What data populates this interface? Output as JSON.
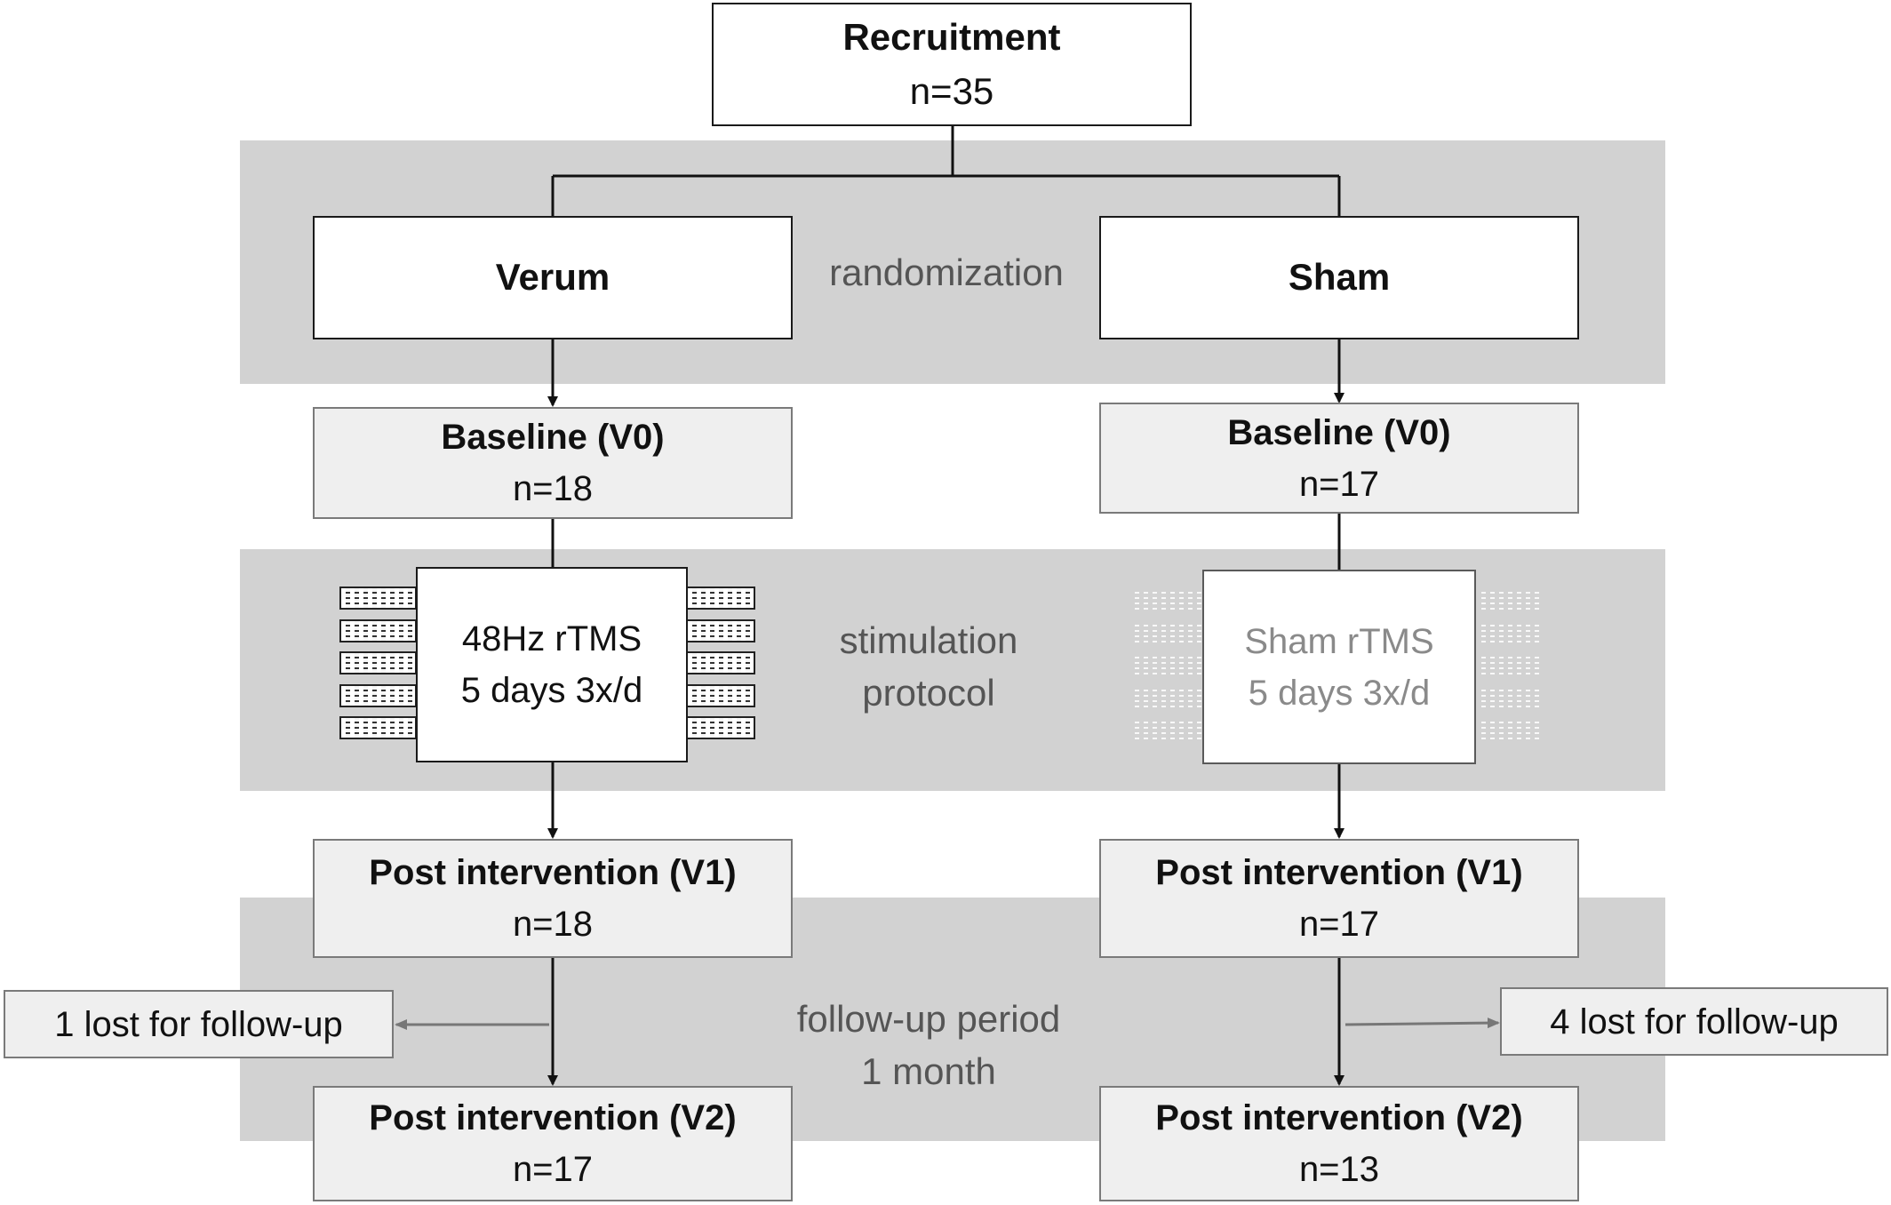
{
  "recruitment": {
    "title": "Recruitment",
    "n": "n=35"
  },
  "bands": {
    "randomization": "randomization",
    "stimulation_line1": "stimulation",
    "stimulation_line2": "protocol",
    "followup_line1": "follow-up period",
    "followup_line2": "1 month"
  },
  "verum": {
    "title": "Verum",
    "baseline": {
      "title": "Baseline (V0)",
      "n": "n=18"
    },
    "stim": {
      "line1": "48Hz rTMS",
      "line2": "5 days 3x/d"
    },
    "v1": {
      "title": "Post intervention (V1)",
      "n": "n=18"
    },
    "lost": "1 lost for follow-up",
    "v2": {
      "title": "Post intervention (V2)",
      "n": "n=17"
    }
  },
  "sham": {
    "title": "Sham",
    "baseline": {
      "title": "Baseline (V0)",
      "n": "n=17"
    },
    "stim": {
      "line1": "Sham rTMS",
      "line2": "5 days 3x/d"
    },
    "v1": {
      "title": "Post intervention (V1)",
      "n": "n=17"
    },
    "lost": "4 lost for follow-up",
    "v2": {
      "title": "Post intervention (V2)",
      "n": "n=13"
    }
  },
  "colors": {
    "band": "#d2d2d2",
    "box_grey": "#efefef",
    "line": "#111111",
    "lost_arrow": "#777777"
  }
}
